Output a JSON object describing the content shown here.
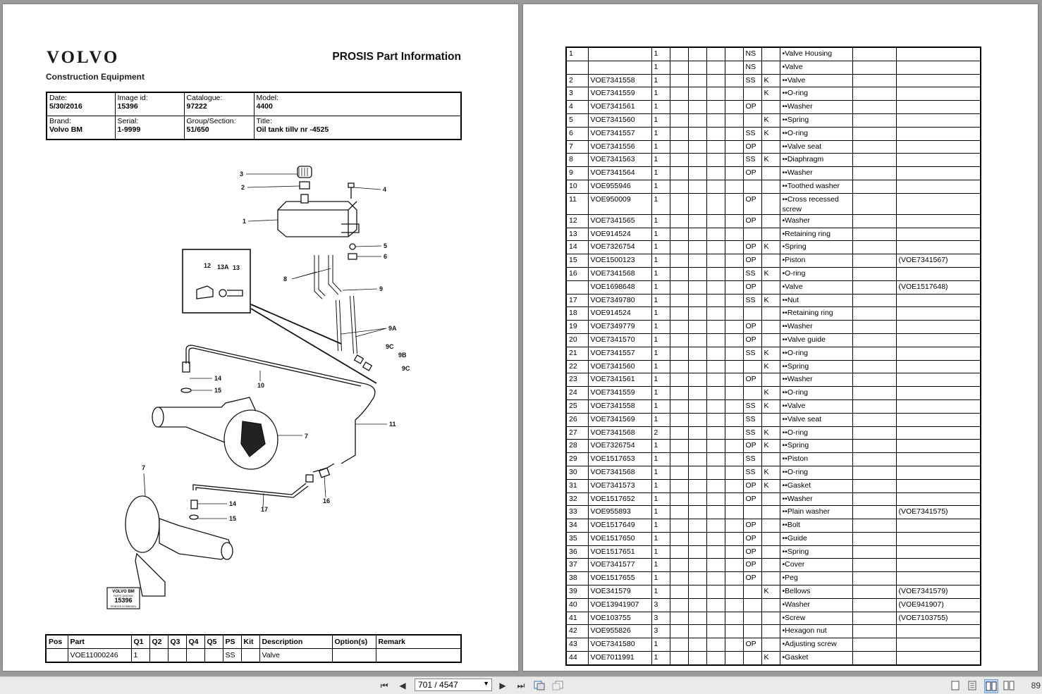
{
  "header": {
    "logo": "VOLVO",
    "logo_sub": "Construction Equipment",
    "title": "PROSIS Part Information"
  },
  "info": {
    "date_label": "Date:",
    "date": "5/30/2016",
    "image_label": "Image id:",
    "image": "15396",
    "catalogue_label": "Catalogue:",
    "catalogue": "97222",
    "model_label": "Model:",
    "model": "4400",
    "brand_label": "Brand:",
    "brand": "Volvo BM",
    "serial_label": "Serial:",
    "serial": "1-9999",
    "group_label": "Group/Section:",
    "group": "51/650",
    "title_label": "Title:",
    "title": "Oil tank tillv nr -4525"
  },
  "drawing": {
    "callouts": [
      "3",
      "2",
      "4",
      "1",
      "5",
      "6",
      "12",
      "13A",
      "13",
      "8",
      "9",
      "9A",
      "9C",
      "9B",
      "9C",
      "14",
      "15",
      "10",
      "7",
      "11",
      "7",
      "16",
      "14",
      "15",
      "17"
    ],
    "stamp_top": "VOLVO BM",
    "stamp_sub": "PARTS DIVISION",
    "stamp_num": "15396",
    "stamp_bottom": "PRINTED IN SWEDEN"
  },
  "bottom_table": {
    "headers": [
      "Pos",
      "Part",
      "Q1",
      "Q2",
      "Q3",
      "Q4",
      "Q5",
      "PS",
      "Kit",
      "Description",
      "Option(s)",
      "Remark"
    ],
    "row": [
      "",
      "VOE11000246",
      "1",
      "",
      "",
      "",
      "",
      "SS",
      "",
      "Valve",
      "",
      ""
    ]
  },
  "parts": [
    [
      "1",
      "",
      "1",
      "",
      "",
      "",
      "",
      "NS",
      "",
      "•Valve Housing",
      "",
      ""
    ],
    [
      "",
      "",
      "1",
      "",
      "",
      "",
      "",
      "NS",
      "",
      "•Valve",
      "",
      ""
    ],
    [
      "2",
      "VOE7341558",
      "1",
      "",
      "",
      "",
      "",
      "SS",
      "K",
      "••Valve",
      "",
      ""
    ],
    [
      "3",
      "VOE7341559",
      "1",
      "",
      "",
      "",
      "",
      "",
      "K",
      "••O-ring",
      "",
      ""
    ],
    [
      "4",
      "VOE7341561",
      "1",
      "",
      "",
      "",
      "",
      "OP",
      "",
      "••Washer",
      "",
      ""
    ],
    [
      "5",
      "VOE7341560",
      "1",
      "",
      "",
      "",
      "",
      "",
      "K",
      "••Spring",
      "",
      ""
    ],
    [
      "6",
      "VOE7341557",
      "1",
      "",
      "",
      "",
      "",
      "SS",
      "K",
      "••O-ring",
      "",
      ""
    ],
    [
      "7",
      "VOE7341556",
      "1",
      "",
      "",
      "",
      "",
      "OP",
      "",
      "••Valve seat",
      "",
      ""
    ],
    [
      "8",
      "VOE7341563",
      "1",
      "",
      "",
      "",
      "",
      "SS",
      "K",
      "••Diaphragm",
      "",
      ""
    ],
    [
      "9",
      "VOE7341564",
      "1",
      "",
      "",
      "",
      "",
      "OP",
      "",
      "••Washer",
      "",
      ""
    ],
    [
      "10",
      "VOE955946",
      "1",
      "",
      "",
      "",
      "",
      "",
      "",
      "••Toothed washer",
      "",
      ""
    ],
    [
      "11",
      "VOE950009",
      "1",
      "",
      "",
      "",
      "",
      "OP",
      "",
      "••Cross recessed screw",
      "",
      ""
    ],
    [
      "12",
      "VOE7341565",
      "1",
      "",
      "",
      "",
      "",
      "OP",
      "",
      "•Washer",
      "",
      ""
    ],
    [
      "13",
      "VOE914524",
      "1",
      "",
      "",
      "",
      "",
      "",
      "",
      "•Retaining ring",
      "",
      ""
    ],
    [
      "14",
      "VOE7326754",
      "1",
      "",
      "",
      "",
      "",
      "OP",
      "K",
      "•Spring",
      "",
      ""
    ],
    [
      "15",
      "VOE1500123",
      "1",
      "",
      "",
      "",
      "",
      "OP",
      "",
      "•Piston",
      "",
      "(VOE7341567)"
    ],
    [
      "16",
      "VOE7341568",
      "1",
      "",
      "",
      "",
      "",
      "SS",
      "K",
      "•O-ring",
      "",
      ""
    ],
    [
      "",
      "VOE1698648",
      "1",
      "",
      "",
      "",
      "",
      "OP",
      "",
      "•Valve",
      "",
      "(VOE1517648)"
    ],
    [
      "17",
      "VOE7349780",
      "1",
      "",
      "",
      "",
      "",
      "SS",
      "K",
      "••Nut",
      "",
      ""
    ],
    [
      "18",
      "VOE914524",
      "1",
      "",
      "",
      "",
      "",
      "",
      "",
      "••Retaining ring",
      "",
      ""
    ],
    [
      "19",
      "VOE7349779",
      "1",
      "",
      "",
      "",
      "",
      "OP",
      "",
      "••Washer",
      "",
      ""
    ],
    [
      "20",
      "VOE7341570",
      "1",
      "",
      "",
      "",
      "",
      "OP",
      "",
      "••Valve guide",
      "",
      ""
    ],
    [
      "21",
      "VOE7341557",
      "1",
      "",
      "",
      "",
      "",
      "SS",
      "K",
      "••O-ring",
      "",
      ""
    ],
    [
      "22",
      "VOE7341560",
      "1",
      "",
      "",
      "",
      "",
      "",
      "K",
      "••Spring",
      "",
      ""
    ],
    [
      "23",
      "VOE7341561",
      "1",
      "",
      "",
      "",
      "",
      "OP",
      "",
      "••Washer",
      "",
      ""
    ],
    [
      "24",
      "VOE7341559",
      "1",
      "",
      "",
      "",
      "",
      "",
      "K",
      "••O-ring",
      "",
      ""
    ],
    [
      "25",
      "VOE7341558",
      "1",
      "",
      "",
      "",
      "",
      "SS",
      "K",
      "••Valve",
      "",
      ""
    ],
    [
      "26",
      "VOE7341569",
      "1",
      "",
      "",
      "",
      "",
      "SS",
      "",
      "••Valve seat",
      "",
      ""
    ],
    [
      "27",
      "VOE7341568",
      "2",
      "",
      "",
      "",
      "",
      "SS",
      "K",
      "••O-ring",
      "",
      ""
    ],
    [
      "28",
      "VOE7326754",
      "1",
      "",
      "",
      "",
      "",
      "OP",
      "K",
      "••Spring",
      "",
      ""
    ],
    [
      "29",
      "VOE1517653",
      "1",
      "",
      "",
      "",
      "",
      "SS",
      "",
      "••Piston",
      "",
      ""
    ],
    [
      "30",
      "VOE7341568",
      "1",
      "",
      "",
      "",
      "",
      "SS",
      "K",
      "••O-ring",
      "",
      ""
    ],
    [
      "31",
      "VOE7341573",
      "1",
      "",
      "",
      "",
      "",
      "OP",
      "K",
      "••Gasket",
      "",
      ""
    ],
    [
      "32",
      "VOE1517652",
      "1",
      "",
      "",
      "",
      "",
      "OP",
      "",
      "••Washer",
      "",
      ""
    ],
    [
      "33",
      "VOE955893",
      "1",
      "",
      "",
      "",
      "",
      "",
      "",
      "••Plain washer",
      "",
      "(VOE7341575)"
    ],
    [
      "34",
      "VOE1517649",
      "1",
      "",
      "",
      "",
      "",
      "OP",
      "",
      "••Bolt",
      "",
      ""
    ],
    [
      "35",
      "VOE1517650",
      "1",
      "",
      "",
      "",
      "",
      "OP",
      "",
      "••Guide",
      "",
      ""
    ],
    [
      "36",
      "VOE1517651",
      "1",
      "",
      "",
      "",
      "",
      "OP",
      "",
      "••Spring",
      "",
      ""
    ],
    [
      "37",
      "VOE7341577",
      "1",
      "",
      "",
      "",
      "",
      "OP",
      "",
      "•Cover",
      "",
      ""
    ],
    [
      "38",
      "VOE1517655",
      "1",
      "",
      "",
      "",
      "",
      "OP",
      "",
      "•Peg",
      "",
      ""
    ],
    [
      "39",
      "VOE341579",
      "1",
      "",
      "",
      "",
      "",
      "",
      "K",
      "•Bellows",
      "",
      "(VOE7341579)"
    ],
    [
      "40",
      "VOE13941907",
      "3",
      "",
      "",
      "",
      "",
      "",
      "",
      "•Washer",
      "",
      "(VOE941907)"
    ],
    [
      "41",
      "VOE103755",
      "3",
      "",
      "",
      "",
      "",
      "",
      "",
      "•Screw",
      "",
      "(VOE7103755)"
    ],
    [
      "42",
      "VOE955826",
      "3",
      "",
      "",
      "",
      "",
      "",
      "",
      "•Hexagon nut",
      "",
      ""
    ],
    [
      "43",
      "VOE7341580",
      "1",
      "",
      "",
      "",
      "",
      "OP",
      "",
      "•Adjusting screw",
      "",
      ""
    ],
    [
      "44",
      "VOE7011991",
      "1",
      "",
      "",
      "",
      "",
      "",
      "K",
      "•Gasket",
      "",
      ""
    ]
  ],
  "toolbar": {
    "page_indicator": "701 / 4547",
    "zoom": "89"
  }
}
